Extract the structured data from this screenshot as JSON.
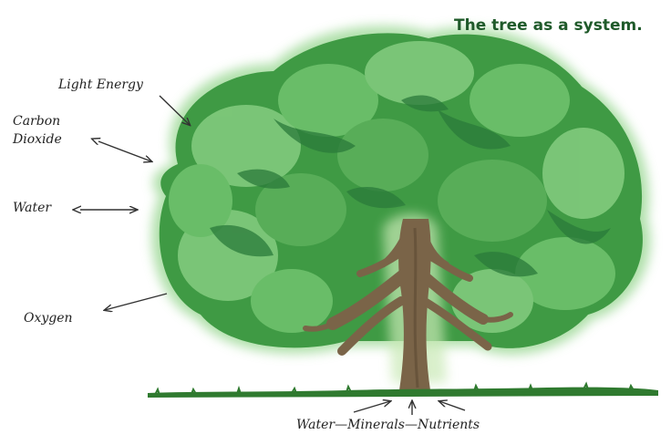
{
  "title": "The tree as a system.",
  "labels": {
    "light_energy": "Light Energy",
    "carbon_dioxide_line1": "Carbon",
    "carbon_dioxide_line2": "Dioxide",
    "water": "Water",
    "oxygen": "Oxygen",
    "roots": "Water—Minerals—Nutrients"
  },
  "colors": {
    "canopy_light": "#7ec87a",
    "canopy_mid": "#4aa24a",
    "canopy_dark": "#2a7a3a",
    "trunk": "#7a6448",
    "trunk_dark": "#5c4a34",
    "grass": "#2f7a2f",
    "title": "#1f5a2a"
  }
}
